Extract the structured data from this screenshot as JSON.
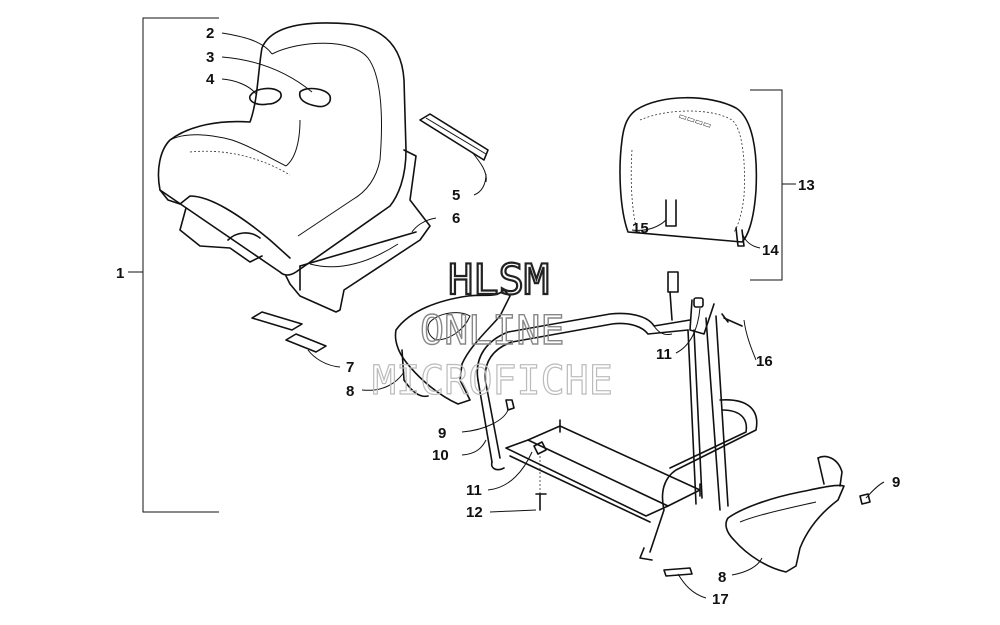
{
  "callouts": {
    "c1": "1",
    "c2": "2",
    "c3": "3",
    "c4": "4",
    "c5": "5",
    "c6": "6",
    "c7": "7",
    "c8a": "8",
    "c8b": "8",
    "c9a": "9",
    "c9b": "9",
    "c10": "10",
    "c11a": "11",
    "c11b": "11",
    "c12": "12",
    "c13": "13",
    "c14": "14",
    "c15": "15",
    "c16": "16",
    "c17": "17"
  },
  "watermark": {
    "line1": "HLSM",
    "line2": "ONLINE",
    "line3": "MICROFICHE"
  }
}
